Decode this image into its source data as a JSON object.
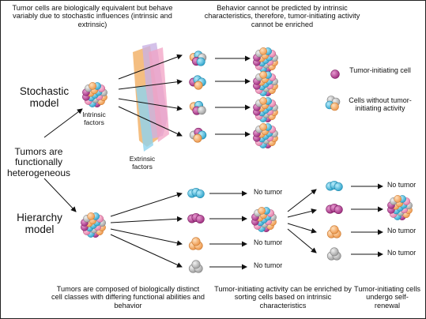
{
  "captions": {
    "top_left": "Tumor cells are biologically equivalent but behave variably due to stochastic influences (intrinsic and extrinsic)",
    "top_right": "Behavior cannot be predicted by intrinsic characteristics, therefore, tumor-initiating activity cannot be enriched",
    "bottom_left": "Tumors are composed of biologically distinct cell classes with differing functional abilities and behavior",
    "bottom_mid": "Tumor-initiating activity can be enriched by sorting cells based on intrinsic characteristics",
    "bottom_right": "Tumor-initiating cells undergo self-renewal"
  },
  "labels": {
    "stochastic_model": "Stochastic model",
    "hierarchy_model": "Hierarchy model",
    "center": "Tumors are functionally heterogeneous",
    "intrinsic_factors": "Intrinsic factors",
    "extrinsic_factors": "Extrinsic factors",
    "no_tumor": "No tumor"
  },
  "legend": {
    "tumor_initiating": "Tumor-initiating cell",
    "without": "Cells without tumor-initiating activity"
  },
  "colors": {
    "magenta": "#b0368e",
    "blue": "#39b4d8",
    "orange": "#f3a35a",
    "gray": "#b5b5b5",
    "pink": "#e88fb5",
    "arrow": "#111111"
  }
}
